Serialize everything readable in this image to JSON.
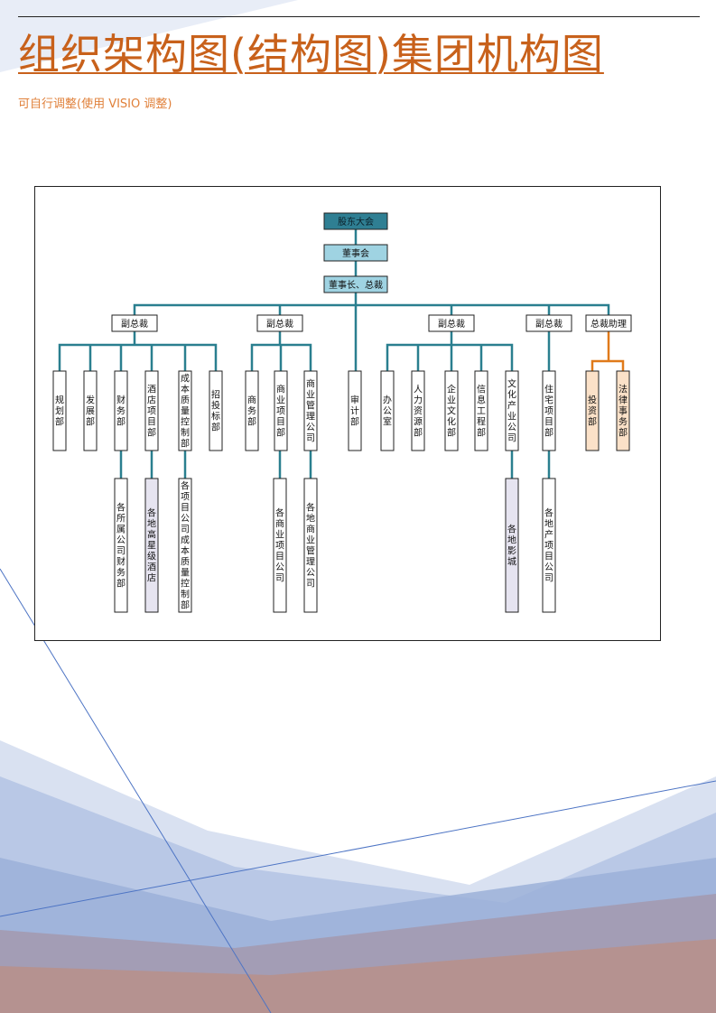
{
  "title": "组织架构图(结构图)集团机构图",
  "subtitle": "可自行调整(使用 VISIO 调整)",
  "colors": {
    "title": "#c8611b",
    "connector": "#2a7f8f",
    "connector_assistant": "#e07a1a",
    "top_fill": "#2f7f93",
    "mid_fill": "#9fd3e2",
    "dept_fill": "#ffffff",
    "assistant_fill": "#fbe1c8",
    "lavender_fill": "#e6e4f0"
  },
  "chart": {
    "shareholders": "股东大会",
    "board": "董事会",
    "chairman": "董事长、总裁",
    "vp_1": "副总裁",
    "vp_2": "副总裁",
    "vp_3": "副总裁",
    "vp_4": "副总裁",
    "assistant": "总裁助理",
    "depts": {
      "planning": "规划部",
      "development": "发展部",
      "finance": "财务部",
      "hotel_project": "酒店项目部",
      "cost_quality": "成本质量控制部",
      "bidding": "招投标部",
      "commerce": "商务部",
      "commercial_project": "商业项目部",
      "commercial_mgmt": "商业管理公司",
      "audit": "审计部",
      "office": "办公室",
      "hr": "人力资源部",
      "culture": "企业文化部",
      "it": "信息工程部",
      "culture_industry": "文化产业公司",
      "residential": "住宅项目部",
      "investment": "投资部",
      "legal": "法律事务部"
    },
    "subs": {
      "finance_sub": "各所属公司财务部",
      "hotels_sub": "各地高星级酒店",
      "cost_sub": "各项目公司成本质量控制部",
      "commercial_project_sub": "各商业项目公司",
      "commercial_mgmt_sub": "各地商业管理公司",
      "cinema_sub": "各地影城",
      "realestate_sub": "各地产项目公司"
    }
  }
}
